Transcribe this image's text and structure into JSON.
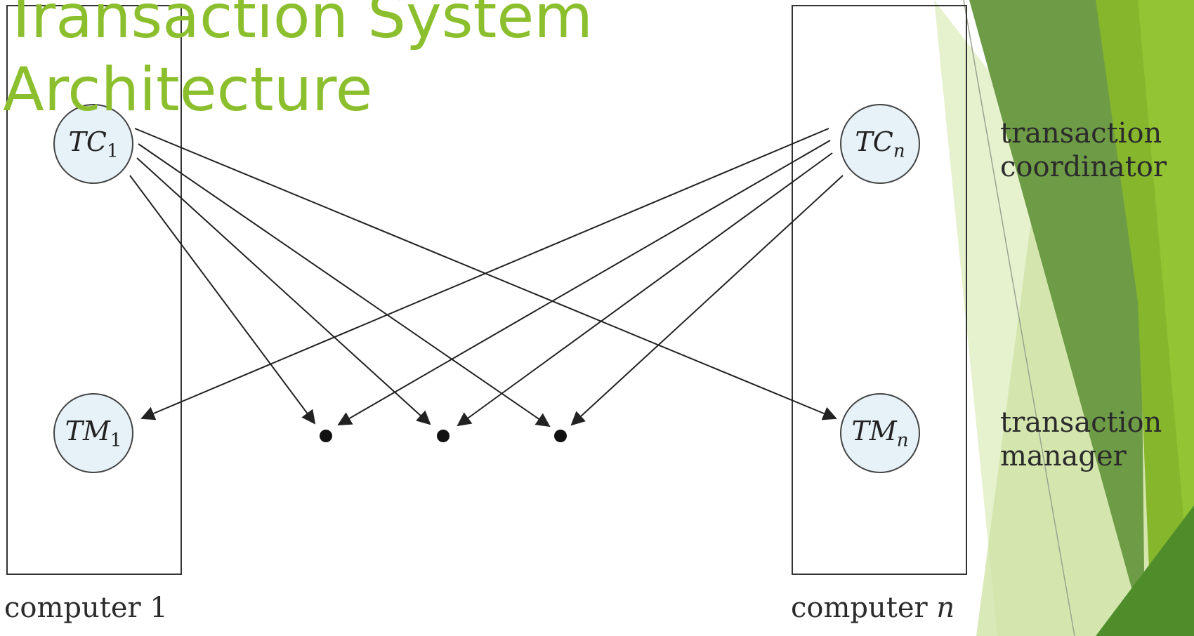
{
  "slide": {
    "title": "Transaction System Architecture"
  },
  "diagram": {
    "nodes": {
      "tc1": {
        "main": "TC",
        "sub": "1"
      },
      "tcn": {
        "main": "TC",
        "sub": "n"
      },
      "tm1": {
        "main": "TM",
        "sub": "1"
      },
      "tmn": {
        "main": "TM",
        "sub": "n"
      }
    },
    "labels": {
      "computer_1": "computer 1",
      "computer_n_word": "computer",
      "computer_n_var": "n",
      "transaction_coordinator_line1": "transaction",
      "transaction_coordinator_line2": "coordinator",
      "transaction_manager_line1": "transaction",
      "transaction_manager_line2": "manager"
    }
  },
  "theme": {
    "title_color": "#8cbf2e",
    "accent_dark": "#5f9435",
    "accent_mid": "#8cbf2e",
    "accent_light": "#cfe3a6"
  }
}
